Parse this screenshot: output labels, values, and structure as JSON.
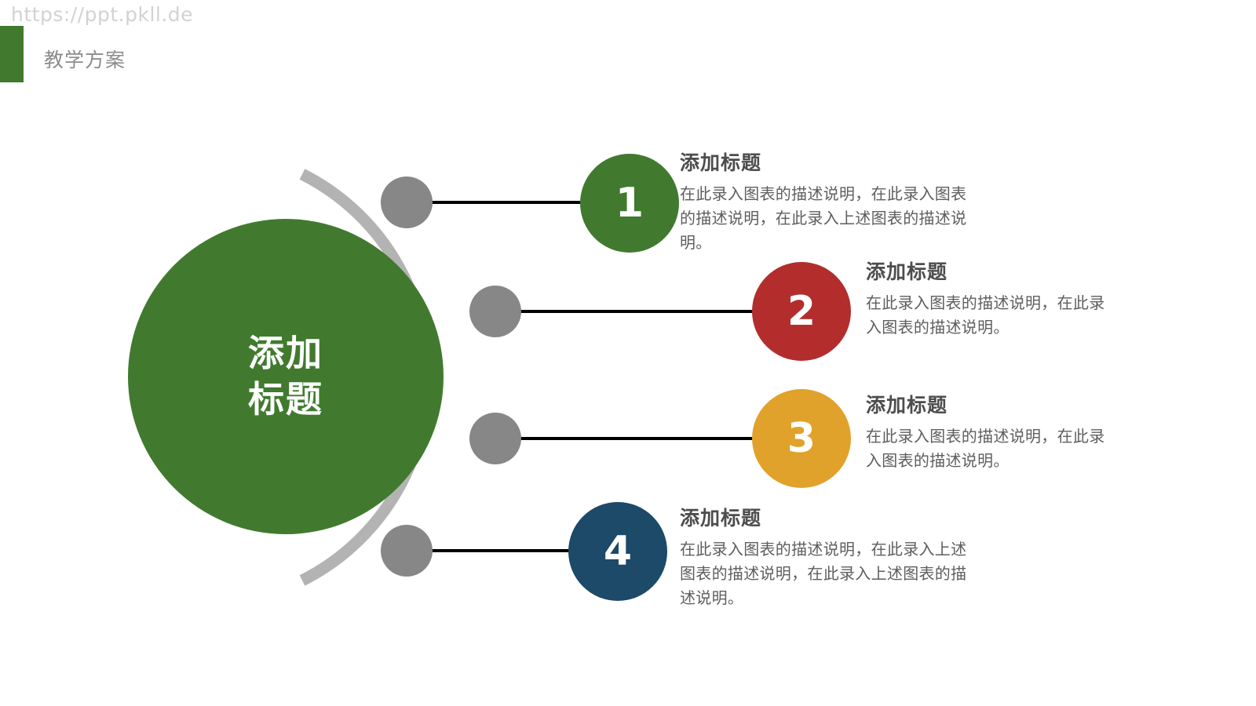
{
  "watermark": "https://ppt.pkll.de",
  "header": {
    "title": "教学方案",
    "accent_color": "#417a2f"
  },
  "hub": {
    "label": "添加\n标题",
    "color": "#417a2f",
    "text_color": "#ffffff"
  },
  "arc": {
    "color": "#b3b3b3",
    "node_dot_color": "#878787",
    "connector_color": "#000000"
  },
  "items": [
    {
      "number": "1",
      "color": "#417a2f",
      "title": "添加标题",
      "desc": "在此录入图表的描述说明，在此录入图表的描述说明，在此录入上述图表的描述说明。"
    },
    {
      "number": "2",
      "color": "#b32d2d",
      "title": "添加标题",
      "desc": "在此录入图表的描述说明，在此录入图表的描述说明。"
    },
    {
      "number": "3",
      "color": "#e0a22b",
      "title": "添加标题",
      "desc": "在此录入图表的描述说明，在此录入图表的描述说明。"
    },
    {
      "number": "4",
      "color": "#1c4a68",
      "title": "添加标题",
      "desc": "在此录入图表的描述说明，在此录入上述图表的描述说明，在此录入上述图表的描述说明。"
    }
  ]
}
